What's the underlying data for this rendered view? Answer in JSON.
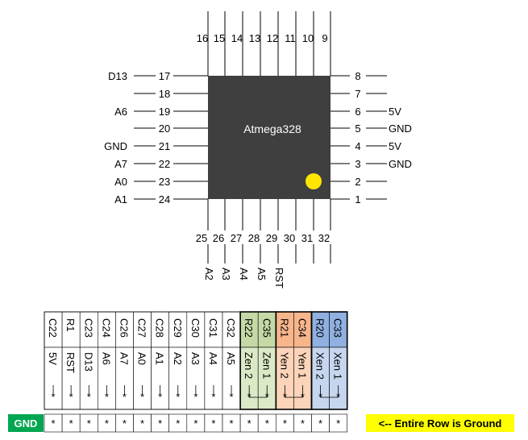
{
  "chip": {
    "label": "Atmega328",
    "body_color": "#3f3f3f",
    "label_color": "#ffffff",
    "dot_color": "#ffe600"
  },
  "pins": {
    "top": [
      {
        "num": "16"
      },
      {
        "num": "15"
      },
      {
        "num": "14"
      },
      {
        "num": "13"
      },
      {
        "num": "12"
      },
      {
        "num": "11"
      },
      {
        "num": "10"
      },
      {
        "num": "9"
      }
    ],
    "left": [
      {
        "num": "17",
        "label": "D13"
      },
      {
        "num": "18",
        "label": ""
      },
      {
        "num": "19",
        "label": "A6"
      },
      {
        "num": "20",
        "label": ""
      },
      {
        "num": "21",
        "label": "GND"
      },
      {
        "num": "22",
        "label": "A7"
      },
      {
        "num": "23",
        "label": "A0"
      },
      {
        "num": "24",
        "label": "A1"
      }
    ],
    "right": [
      {
        "num": "8",
        "label": ""
      },
      {
        "num": "7",
        "label": ""
      },
      {
        "num": "6",
        "label": "5V"
      },
      {
        "num": "5",
        "label": "GND"
      },
      {
        "num": "4",
        "label": "5V"
      },
      {
        "num": "3",
        "label": "GND"
      },
      {
        "num": "2",
        "label": ""
      },
      {
        "num": "1",
        "label": ""
      }
    ],
    "bottom": [
      {
        "num": "25",
        "label": "A2"
      },
      {
        "num": "26",
        "label": "A3"
      },
      {
        "num": "27",
        "label": "A4"
      },
      {
        "num": "28",
        "label": "A5"
      },
      {
        "num": "29",
        "label": "RST"
      },
      {
        "num": "30",
        "label": ""
      },
      {
        "num": "31",
        "label": ""
      },
      {
        "num": "32",
        "label": ""
      }
    ]
  },
  "connector": {
    "columns": [
      {
        "top": "C22",
        "bottom": "5V",
        "group": 0
      },
      {
        "top": "R1",
        "bottom": "RST",
        "group": 0
      },
      {
        "top": "C23",
        "bottom": "D13",
        "group": 0
      },
      {
        "top": "C24",
        "bottom": "A6",
        "group": 0
      },
      {
        "top": "C26",
        "bottom": "A7",
        "group": 0
      },
      {
        "top": "C27",
        "bottom": "A0",
        "group": 0
      },
      {
        "top": "C28",
        "bottom": "A1",
        "group": 0
      },
      {
        "top": "C29",
        "bottom": "A2",
        "group": 0
      },
      {
        "top": "C30",
        "bottom": "A3",
        "group": 0
      },
      {
        "top": "C31",
        "bottom": "A4",
        "group": 0
      },
      {
        "top": "C32",
        "bottom": "A5",
        "group": 0
      },
      {
        "top": "R22",
        "bottom": "Zen 2",
        "group": 1
      },
      {
        "top": "C35",
        "bottom": "Zen 1",
        "group": 1
      },
      {
        "top": "R21",
        "bottom": "Yen 2",
        "group": 2
      },
      {
        "top": "C34",
        "bottom": "Yen 1",
        "group": 2
      },
      {
        "top": "R20",
        "bottom": "Xen 2",
        "group": 3
      },
      {
        "top": "C33",
        "bottom": "Xen 1",
        "group": 3
      }
    ],
    "group_colors": [
      {
        "dark": "#ffffff",
        "light": "#ffffff"
      },
      {
        "dark": "#c5d9a7",
        "light": "#dbe9c6"
      },
      {
        "dark": "#f7b58c",
        "light": "#fbd4b9"
      },
      {
        "dark": "#8fb0e0",
        "light": "#c6d6ef"
      }
    ],
    "marker": "*",
    "ground_label": "GND",
    "ground_color": "#00a650",
    "ground_note": "<-- Entire Row is Ground",
    "note_color": "#ffff00"
  }
}
